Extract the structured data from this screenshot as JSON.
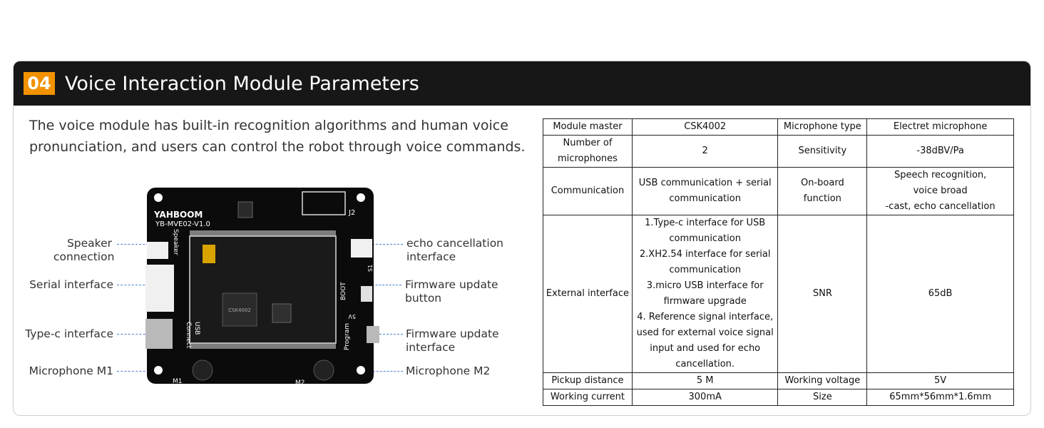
{
  "header": {
    "badge": "04",
    "title": "Voice Interaction Module Parameters"
  },
  "intro": {
    "line1": "The voice module has built-in recognition algorithms and human voice",
    "line2": "pronunciation, and users can control the robot through voice commands."
  },
  "board": {
    "labels": {
      "speaker_1": "Speaker",
      "speaker_2": "connection",
      "serial": "Serial interface",
      "typec": "Type-c interface",
      "mic1": "Microphone M1",
      "echo_1": "echo cancellation",
      "echo_2": "interface",
      "fw_button_1": "Firmware update",
      "fw_button_2": "button",
      "fw_iface_1": "Firmware update",
      "fw_iface_2": "interface",
      "mic2": "Microphone M2"
    },
    "silk": {
      "logo": "YAHBOOM",
      "model": "YB-MVE02-V1.0",
      "j2": "J2",
      "speaker": "Speaker",
      "usb": "USB",
      "connect": "Connect",
      "boot": "BOOT",
      "program": "Program",
      "s1": "S1",
      "v5": "5V",
      "m1": "M1",
      "m2": "M2",
      "chip": "CSK4002"
    },
    "colors": {
      "accent": "#f39200",
      "line": "#4a7fd6",
      "pcb": "#0b0b0b"
    }
  },
  "table": {
    "r1": {
      "c1": "Module master",
      "c2": "CSK4002",
      "c3": "Microphone type",
      "c4": "Electret microphone"
    },
    "r2": {
      "c1a": "Number of",
      "c1b": "microphones",
      "c2": "2",
      "c3": "Sensitivity",
      "c4": "-38dBV/Pa"
    },
    "r3": {
      "c1": "Communication",
      "c2a": "USB communication + serial",
      "c2b": "communication",
      "c3": "On-board function",
      "c4a": "Speech recognition,",
      "c4b": "voice broad",
      "c4c": "-cast, echo cancellation"
    },
    "r4": {
      "c1": "External interface",
      "c2": [
        "1.Type-c interface for USB",
        "communication",
        "2.XH2.54 interface for serial",
        "communication",
        "3.micro USB interface for",
        "firmware upgrade",
        "4. Reference signal interface,",
        "used for external voice signal",
        "input and used for echo",
        "cancellation."
      ],
      "c3": "SNR",
      "c4": "65dB"
    },
    "r5": {
      "c1": "Pickup distance",
      "c2": "5 M",
      "c3": "Working voltage",
      "c4": "5V"
    },
    "r6": {
      "c1": "Working current",
      "c2": "300mA",
      "c3": "Size",
      "c4": "65mm*56mm*1.6mm"
    }
  }
}
